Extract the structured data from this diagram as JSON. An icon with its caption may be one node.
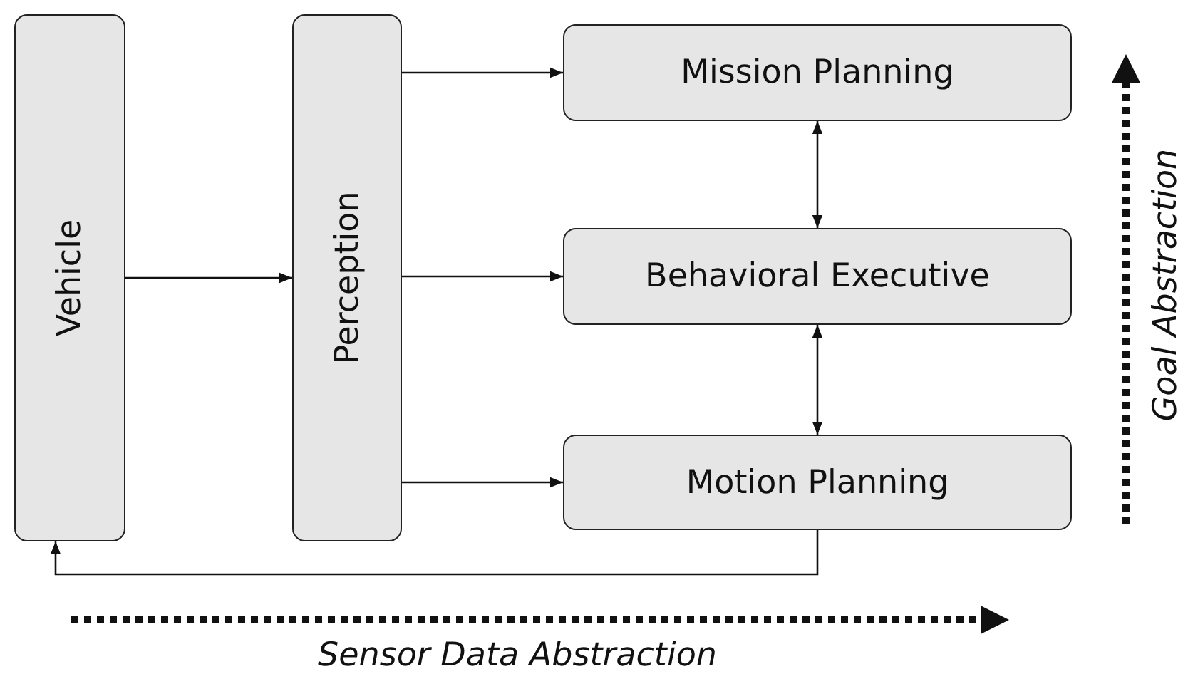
{
  "diagram": {
    "nodes": [
      {
        "text": [
          "Vehicle"
        ]
      },
      {
        "text": [
          "Perception"
        ]
      },
      {
        "text": [
          "Mission Planning"
        ]
      },
      {
        "text": [
          "Behavioral Executive"
        ]
      },
      {
        "text": [
          "Motion Planning"
        ]
      }
    ],
    "edges": [
      {
        "from": 0,
        "to": 1,
        "arrow": "to"
      },
      {
        "from": 1,
        "to": 2,
        "arrow": "to"
      },
      {
        "from": 1,
        "to": 3,
        "arrow": "to"
      },
      {
        "from": 1,
        "to": 4,
        "arrow": "to"
      },
      {
        "from": 2,
        "to": 3,
        "arrow": "both"
      },
      {
        "from": 3,
        "to": 4,
        "arrow": "both"
      },
      {
        "from": 4,
        "to": 0,
        "arrow": "to"
      }
    ],
    "labels": [
      "Goal Abstraction",
      "Sensor Data Abstraction"
    ]
  }
}
